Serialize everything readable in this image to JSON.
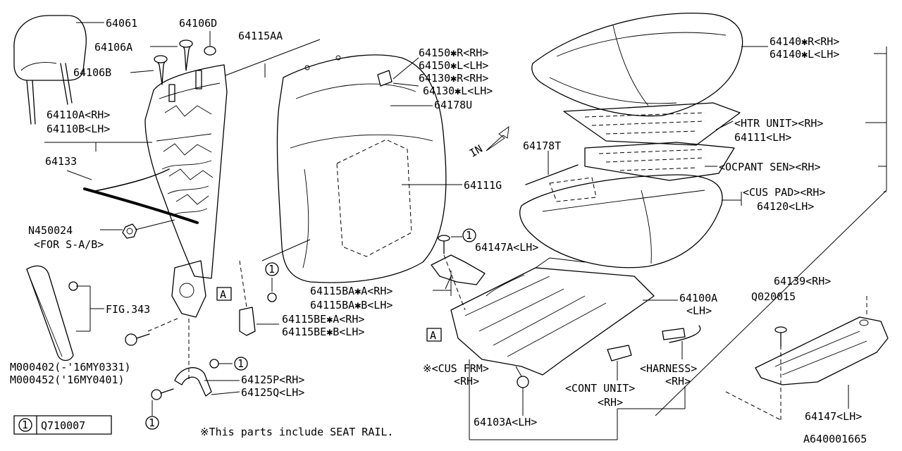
{
  "labels": {
    "p64061": "64061",
    "p64106D": "64106D",
    "p64106A": "64106A",
    "p64106B": "64106B",
    "p64115AA": "64115AA",
    "p64150R": "64150✱R<RH>",
    "p64150L": "64150✱L<LH>",
    "p64130R": "64130✱R<RH>",
    "p64130L": "64130✱L<LH>",
    "p64178U": "64178U",
    "p64140R": "64140✱R<RH>",
    "p64140L": "64140✱L<LH>",
    "htr_unit": "<HTR UNIT><RH>",
    "p64111": "64111<LH>",
    "p64110A": "64110A<RH>",
    "p64110B": "64110B<LH>",
    "p64133": "64133",
    "p64111G": "64111G",
    "p64178T": "64178T",
    "ocpant_sen": "<OCPANT SEN><RH>",
    "cus_pad": "<CUS PAD><RH>",
    "p64120": "64120<LH>",
    "n450024": "N450024",
    "for_sab": "<FOR S-A/B>",
    "p64147A": "64147A<LH>",
    "p64139": "64139<RH>",
    "fig343": "FIG.343",
    "p64115BA_A": "64115BA✱A<RH>",
    "p64115BA_B": "64115BA✱B<LH>",
    "p64100A": "64100A",
    "p64100A_lh": "<LH>",
    "q020015": "Q020015",
    "p64115BE_A": "64115BE✱A<RH>",
    "p64115BE_B": "64115BE✱B<LH>",
    "m000402": "M000402(-'16MY0331)",
    "m000452": "M000452('16MY0401)",
    "cus_frm": "※<CUS FRM>",
    "cus_frm_rh": "<RH>",
    "harness": "<HARNESS>",
    "harness_rh": "<RH>",
    "p64125P": "64125P<RH>",
    "p64125Q": "64125Q<LH>",
    "cont_unit": "<CONT UNIT>",
    "cont_unit_rh": "<RH>",
    "p64147": "64147<LH>",
    "p64103A": "64103A<LH>",
    "footnote": "※This parts include SEAT RAIL.",
    "legend_num": "1",
    "legend_part": "Q710007",
    "diagram_id": "A640001665",
    "ref_a": "A",
    "arrow_in": "IN",
    "callout_1": "1"
  }
}
